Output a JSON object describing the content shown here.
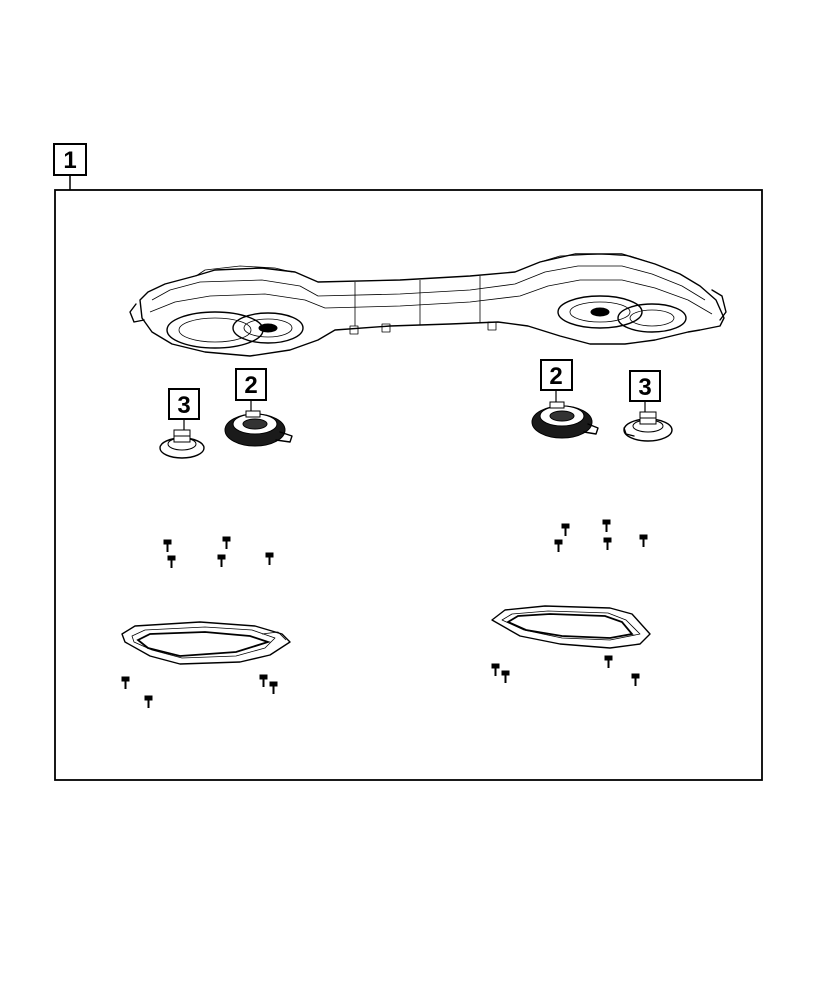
{
  "diagram": {
    "callouts": [
      {
        "id": "assembly",
        "label": "1"
      },
      {
        "id": "left-speaker",
        "label": "2"
      },
      {
        "id": "left-tweeter",
        "label": "3"
      },
      {
        "id": "right-speaker",
        "label": "2"
      },
      {
        "id": "right-tweeter",
        "label": "3"
      }
    ],
    "parts": [
      "overhead-speaker-housing",
      "left-speaker",
      "left-tweeter",
      "right-speaker",
      "right-tweeter",
      "left-screw-set",
      "right-screw-set",
      "left-speaker-grille",
      "right-speaker-grille"
    ]
  }
}
